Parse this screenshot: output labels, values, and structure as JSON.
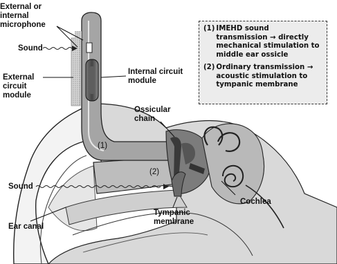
{
  "labels": {
    "external_mic": "External or internal microphone",
    "sound_top": "Sound",
    "external_module": "External circuit module",
    "internal_module": "Internal circuit module",
    "ossicular_chain": "Ossicular chain",
    "path_1": "(1)",
    "path_2": "(2)",
    "sound_bottom": "Sound",
    "cochlea": "Cochlea",
    "ear_canal": "Ear canal",
    "tympanic_membrane": "Tympanic membrane"
  },
  "legend": {
    "items": [
      {
        "num": "(1)",
        "text": "IMEHD sound transmission → directly mechanical stimulation to middle ear ossicle"
      },
      {
        "num": "(2)",
        "text": "Ordinary transmission → acoustic stimulation to tympanic membrane"
      }
    ]
  }
}
